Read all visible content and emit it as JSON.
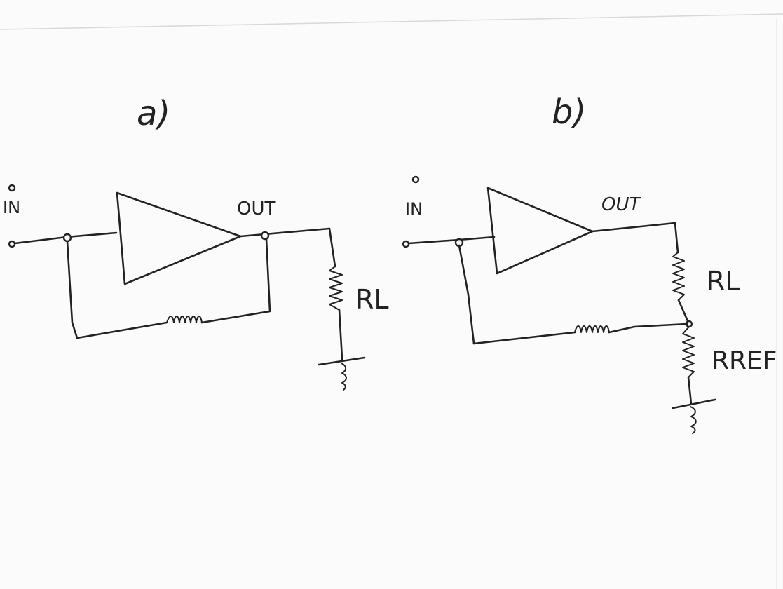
{
  "diagram": {
    "panel_a": {
      "label": "a)",
      "input_label": "IN",
      "output_label": "OUT",
      "load_resistor_label": "RL"
    },
    "panel_b": {
      "label": "b)",
      "input_label": "IN",
      "output_label": "OUT",
      "load_resistor_label": "RL",
      "reference_resistor_label": "RREF"
    },
    "colors": {
      "ink": "#222222",
      "paper": "#fbfbfb"
    }
  }
}
